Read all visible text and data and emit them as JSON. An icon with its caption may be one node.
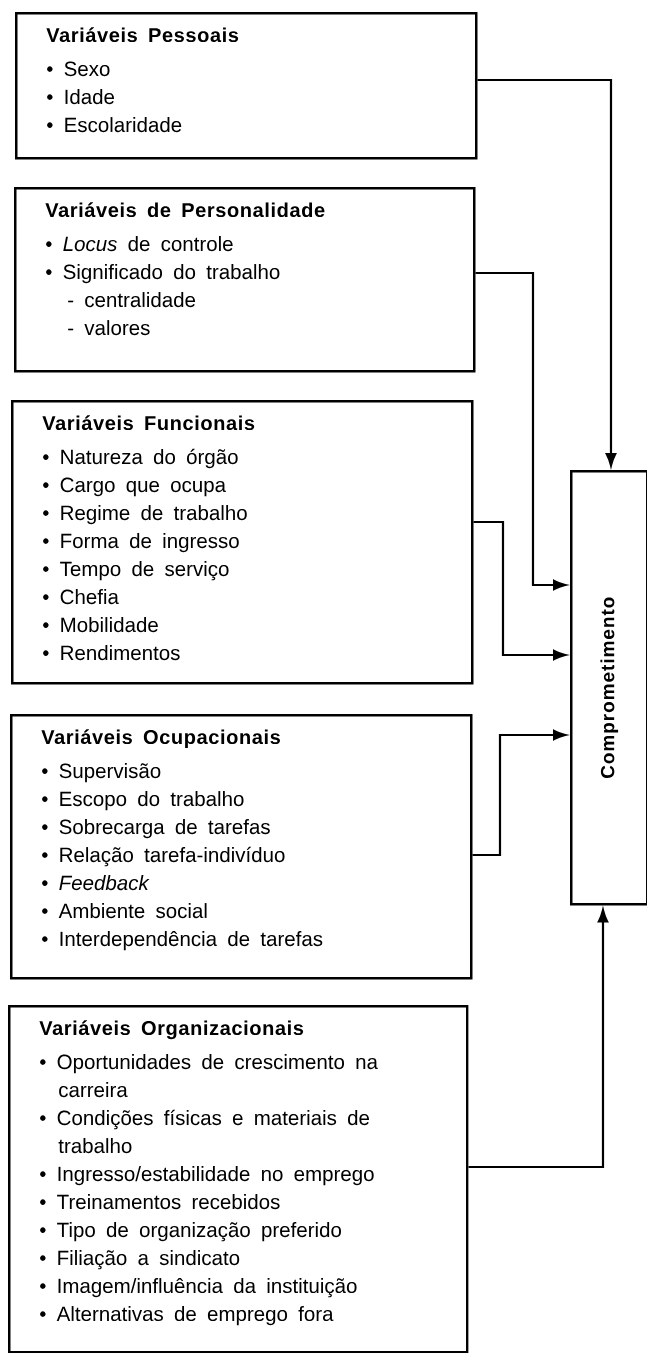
{
  "diagram": {
    "nodes": [
      {
        "text": [
          "Variáveis Pessoais",
          "• Sexo",
          "• Idade",
          "• Escolaridade"
        ]
      },
      {
        "text": [
          "Variáveis de Personalidade",
          "• *Locus* de controle",
          "• Significado do trabalho",
          "- centralidade",
          "- valores"
        ]
      },
      {
        "text": [
          "Variáveis Funcionais",
          "• Natureza do órgão",
          "• Cargo que ocupa",
          "• Regime de trabalho",
          "• Forma de ingresso",
          "• Tempo de serviço",
          "• Chefia",
          "• Mobilidade",
          "• Rendimentos"
        ]
      },
      {
        "text": [
          "Variáveis Ocupacionais",
          "• Supervisão",
          "• Escopo do trabalho",
          "• Sobrecarga de tarefas",
          "• Relação tarefa-indivíduo",
          "• *Feedback*",
          "• Ambiente social",
          "• Interdependência de tarefas"
        ]
      },
      {
        "text": [
          "Variáveis Organizacionais",
          "• Oportunidades de crescimento na carreira",
          "• Condições físicas e materiais de trabalho",
          "• Ingresso/estabilidade no emprego",
          "• Treinamentos recebidos",
          "• Tipo de organização preferido",
          "• Filiação a sindicato",
          "• Imagem/influência da instituição",
          "• Alternativas de emprego fora"
        ]
      },
      {
        "text": [
          "Comprometimento"
        ]
      }
    ],
    "edges": [
      {
        "from": 0,
        "to": 5,
        "arrow": "to"
      },
      {
        "from": 1,
        "to": 5,
        "arrow": "to"
      },
      {
        "from": 2,
        "to": 5,
        "arrow": "to"
      },
      {
        "from": 3,
        "to": 5,
        "arrow": "to"
      },
      {
        "from": 4,
        "to": 5,
        "arrow": "to"
      }
    ]
  }
}
